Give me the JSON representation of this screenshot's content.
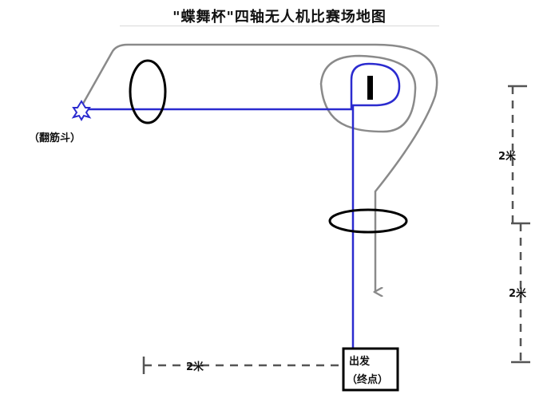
{
  "title": "\"蝶舞杯\"四轴无人机比赛场地图",
  "labels": {
    "flip": "（翻筋斗）",
    "start": "出发",
    "end": "（终点）",
    "dist_top": "2米",
    "dist_mid": "2米",
    "dist_bottom": "2米"
  },
  "colors": {
    "flight_path": "#2b2bcf",
    "guide_path": "#9a9a9a",
    "rings": "#000000",
    "measure": "#555555"
  }
}
